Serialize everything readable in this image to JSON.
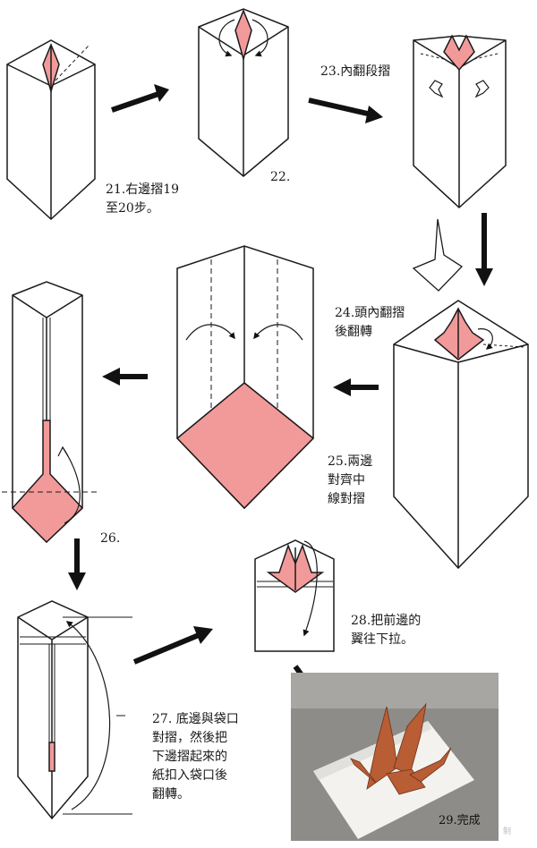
{
  "colors": {
    "pink": "#f29a9a",
    "outline": "#1a1a1a",
    "arrow": "#111111",
    "photo_bg": "#8e8c88",
    "paper": "#f3f2ef",
    "crane": "#b85d34"
  },
  "steps": {
    "s21": "21.右邊摺19\n至20步。",
    "s22": "22.",
    "s23": "23.內翻段摺",
    "s24": "24.頭內翻摺\n後翻轉",
    "s25": "25.兩邊\n對齊中\n線對摺",
    "s26": "26.",
    "s27": "27. 底邊與袋口\n對摺，然後把\n下邊摺起來的\n紙扣入袋口後\n翻轉。",
    "s28": "28.把前邊的\n翼往下拉。",
    "s29": "29.完成"
  },
  "watermark": "制"
}
